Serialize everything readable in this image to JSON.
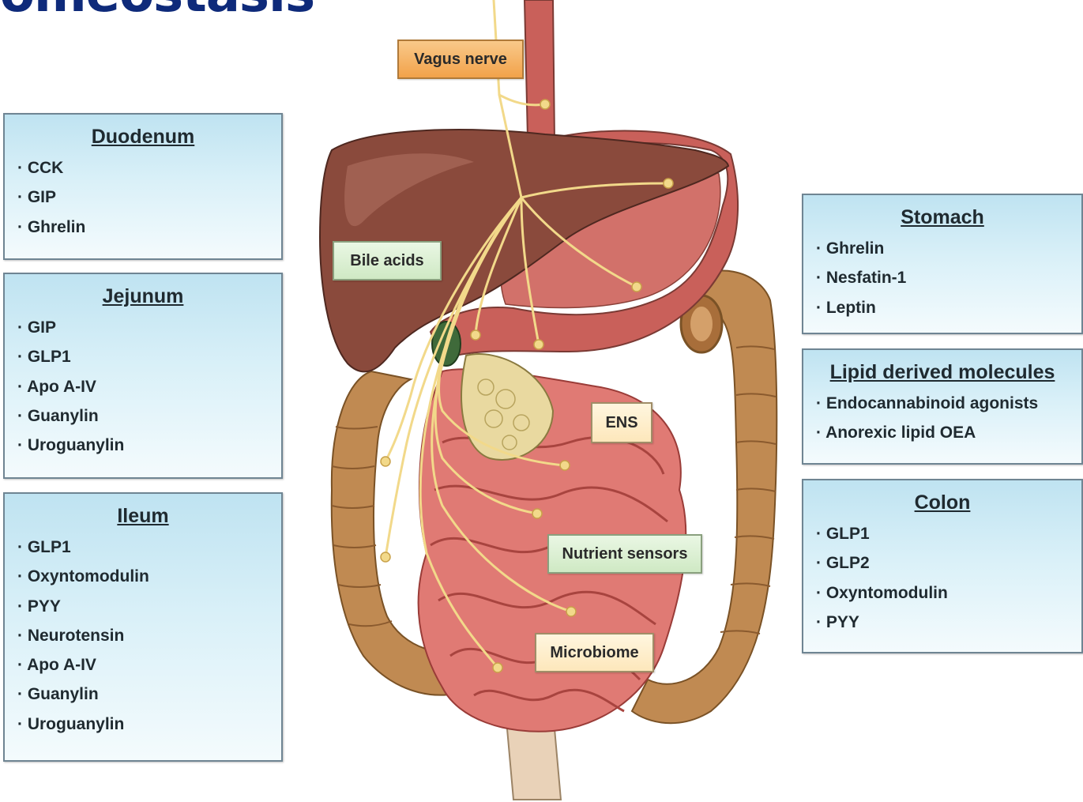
{
  "title": "omeostasis",
  "boxes": {
    "duodenum": {
      "heading": "Duodenum",
      "items": [
        "CCK",
        "GIP",
        "Ghrelin"
      ]
    },
    "jejunum": {
      "heading": "Jejunum",
      "items": [
        "GIP",
        "GLP1",
        "Apo A-IV",
        "Guanylin",
        "Uroguanylin"
      ]
    },
    "ileum": {
      "heading": "Ileum",
      "items": [
        "GLP1",
        "Oxyntomodulin",
        "PYY",
        "Neurotensin",
        "Apo A-IV",
        "Guanylin",
        "Uroguanylin"
      ]
    },
    "stomach": {
      "heading": "Stomach",
      "items": [
        "Ghrelin",
        "Nesfatin-1",
        "Leptin"
      ]
    },
    "lipid": {
      "heading": "Lipid derived molecules",
      "items": [
        "Endocannabinoid agonists",
        "Anorexic lipid OEA"
      ]
    },
    "colon": {
      "heading": "Colon",
      "items": [
        "GLP1",
        "GLP2",
        "Oxyntomodulin",
        "PYY"
      ]
    }
  },
  "diagram_labels": {
    "vagus": "Vagus nerve",
    "bile": "Bile acids",
    "ens": "ENS",
    "nutrient": "Nutrient sensors",
    "microbiome": "Microbiome"
  },
  "colors": {
    "title": "#0e2a7a",
    "liver": "#8a4a3c",
    "stomach": "#c9605a",
    "intestine": "#e07a74",
    "colon": "#c08a52",
    "nerve": "#f2d98a",
    "gallbladder": "#3f6a3a"
  }
}
